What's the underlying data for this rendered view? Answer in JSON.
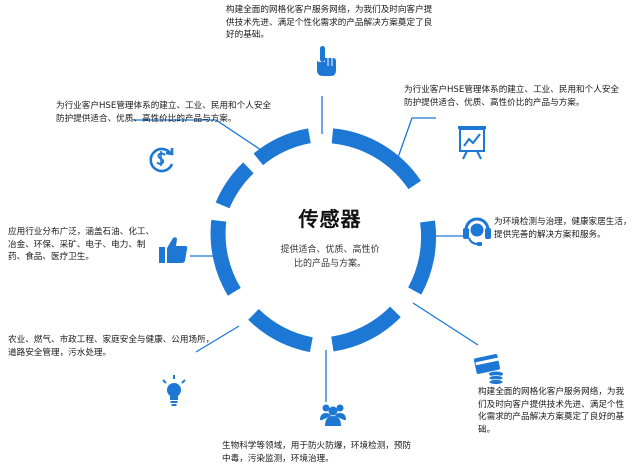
{
  "center": {
    "title": "传感器",
    "description": "提供适合、优质、高性价比的产品与方案。"
  },
  "colors": {
    "accent": "#1c78d4",
    "text": "#1a1a1a"
  },
  "items": [
    {
      "icon": "pointer-hand-icon",
      "text": "构建全面的网格化客户服务网络，为我们及时向客户提供技术先进、满足个性化需求的产品解决方案奠定了良好的基础。"
    },
    {
      "icon": "presentation-chart-icon",
      "text": "为行业客户HSE管理体系的建立、工业、民用和个人安全防护提供适合、优质、高性价比的产品与方案。"
    },
    {
      "icon": "headset-icon",
      "text": "为环境检测与治理，健康家居生活，提供完善的解决方案和服务。"
    },
    {
      "icon": "card-coins-icon",
      "text": "构建全面的网格化客户服务网络，为我们及时向客户提供技术先进、满足个性化需求的产品解决方案奠定了良好的基础。"
    },
    {
      "icon": "people-group-icon",
      "text": "生物科学等领域，用于防火防爆，环境检测，预防中毒，污染监测，环境治理。"
    },
    {
      "icon": "lightbulb-icon",
      "text": "农业、燃气、市政工程、家庭安全与健康、公用场所，道路安全管理，污水处理。"
    },
    {
      "icon": "thumbs-up-icon",
      "text": "应用行业分布广泛，涵盖石油、化工、冶金、环保、采矿、电子、电力、制药、食品、医疗卫生。"
    },
    {
      "icon": "money-cycle-icon",
      "text": "为行业客户HSE管理体系的建立、工业、民用和个人安全防护提供适合、优质、高性价比的产品与方案。"
    }
  ]
}
